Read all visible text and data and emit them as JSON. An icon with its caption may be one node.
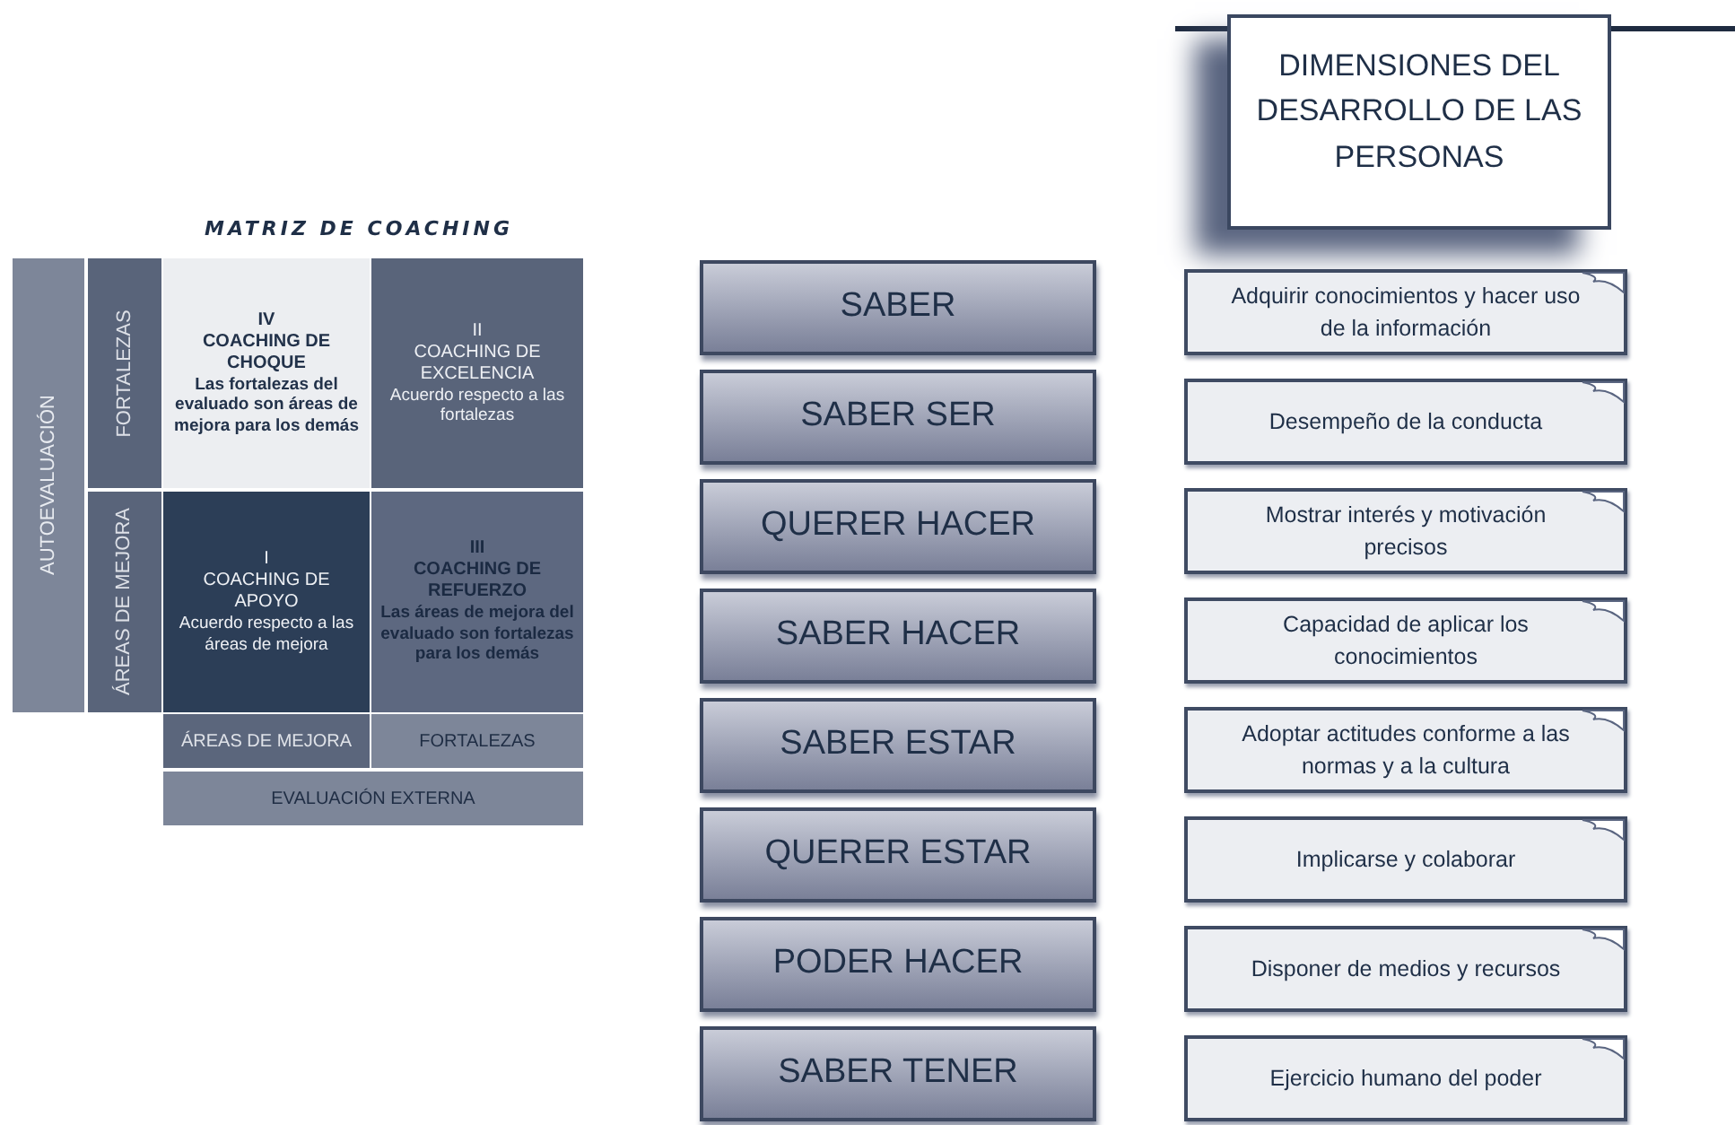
{
  "diagram": {
    "nodes": [
      {
        "text": [
          "AUTOEVALUACIÓN"
        ]
      },
      {
        "text": [
          "FORTALEZAS"
        ]
      },
      {
        "text": [
          "ÁREAS DE MEJORA"
        ]
      },
      {
        "text": [
          "IV",
          "COACHING DE CHOQUE",
          "Las fortalezas del evaluado son áreas de mejora para los demás"
        ]
      },
      {
        "text": [
          "II",
          "COACHING DE EXCELENCIA",
          "Acuerdo respecto a las fortalezas"
        ]
      },
      {
        "text": [
          "I",
          "COACHING DE APOYO",
          "Acuerdo respecto a las áreas de mejora"
        ]
      },
      {
        "text": [
          "III",
          "COACHING DE REFUERZO",
          "Las áreas de mejora del evaluado son fortalezas para los demás"
        ]
      },
      {
        "text": [
          "ÁREAS DE MEJORA"
        ]
      },
      {
        "text": [
          "FORTALEZAS"
        ]
      },
      {
        "text": [
          "EVALUACIÓN EXTERNA"
        ]
      },
      {
        "text": [
          "DIMENSIONES DEL DESARROLLO DE LAS PERSONAS"
        ]
      },
      {
        "text": [
          "SABER"
        ]
      },
      {
        "text": [
          "SABER SER"
        ]
      },
      {
        "text": [
          "QUERER HACER"
        ]
      },
      {
        "text": [
          "SABER HACER"
        ]
      },
      {
        "text": [
          "SABER ESTAR"
        ]
      },
      {
        "text": [
          "QUERER ESTAR"
        ]
      },
      {
        "text": [
          "PODER HACER"
        ]
      },
      {
        "text": [
          "SABER TENER"
        ]
      },
      {
        "text": [
          "Adquirir conocimientos y hacer uso de la información"
        ]
      },
      {
        "text": [
          "Desempeño de la conducta"
        ]
      },
      {
        "text": [
          "Mostrar interés y motivación precisos"
        ]
      },
      {
        "text": [
          "Capacidad de aplicar los conocimientos"
        ]
      },
      {
        "text": [
          "Adoptar actitudes conforme a las normas y a la cultura"
        ]
      },
      {
        "text": [
          "Implicarse y colaborar"
        ]
      },
      {
        "text": [
          "Disponer de medios y recursos"
        ]
      },
      {
        "text": [
          "Ejercicio humano del poder"
        ]
      }
    ],
    "labels": [
      "MATRIZ DE COACHING"
    ]
  }
}
